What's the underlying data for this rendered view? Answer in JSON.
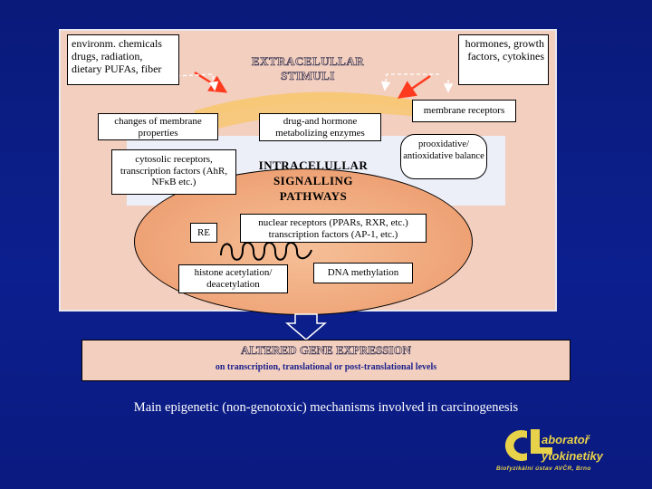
{
  "sources": {
    "environmental": "environm. chemicals drugs, radiation, dietary PUFAs, fiber",
    "hormones": "hormones, growth factors, cytokines"
  },
  "extracellular_title": "EXTRACELULLAR STIMULI",
  "membrane_receptors": "membrane receptors",
  "membrane_properties": "changes of membrane properties",
  "drug_enzymes": "drug-and hormone metabolizing enzymes",
  "prooxidative": "prooxidative/ antioxidative balance",
  "cytosolic": "cytosolic receptors, transcription factors (AhR, NFκB etc.)",
  "intracellular_title": "INTRACELULLAR SIGNALLING PATHWAYS",
  "nuclear": "nuclear receptors (PPARs, RXR, etc.) transcription factors (AP-1, etc.)",
  "re": "RE",
  "histone": "histone acetylation/ deacetylation",
  "dna_methylation": "DNA methylation",
  "gene_expression": {
    "title": "ALTERED GENE EXPRESSION",
    "subtitle": "on transcription, translational or post-translational levels"
  },
  "caption": "Main epigenetic (non-genotoxic) mechanisms involved in carcinogenesis",
  "logo": {
    "letters": "CL",
    "line1": "aboratoř",
    "line2": "ytokinetiky",
    "sub": "Biofyzikální ústav AVČR, Brno",
    "color": "#e8d24a"
  },
  "colors": {
    "background": "#0c1f8e",
    "panel": "#f3cfc0",
    "nucleus": "#eea275",
    "membrane_band": "#f7c878",
    "arrow": "#ff3b1f"
  }
}
